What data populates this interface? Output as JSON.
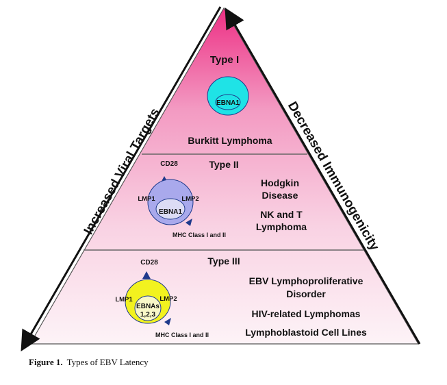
{
  "left_arrow_label": "Increased Viral Targets",
  "right_arrow_label": "Decreased Immunogenicity",
  "tiers": [
    {
      "title": "Type I",
      "cell_inner": [
        "EBNA1"
      ],
      "diseases": [
        "Burkitt Lymphoma"
      ]
    },
    {
      "title": "Type II",
      "receptor_top": "CD28",
      "left_marker": "LMP1",
      "right_marker": "LMP2",
      "cell_inner": [
        "EBNA1"
      ],
      "mhc_label": "MHC Class I and II",
      "diseases": [
        "Hodgkin",
        "Disease",
        "NK and T",
        "Lymphoma"
      ]
    },
    {
      "title": "Type III",
      "receptor_top": "CD28",
      "left_marker": "LMP1",
      "right_marker": "LMP2",
      "cell_inner": [
        "EBNAs",
        "1,2,3"
      ],
      "mhc_label": "MHC Class I and II",
      "diseases": [
        "EBV Lymphoproliferative",
        "Disorder",
        "HIV-related Lymphomas",
        "Lymphoblastoid Cell Lines"
      ]
    }
  ],
  "caption": {
    "number": "Figure 1.",
    "text": "Types of EBV Latency"
  },
  "colors": {
    "tier1_top": "#ee3f8c",
    "tier1_bottom": "#f6a6c8",
    "tier3_bottom": "#ffffff",
    "cell1": "#1fe3e6",
    "cell2": "#a9a9ec",
    "cell3": "#f2f21f",
    "marker": "#1f3a8c"
  }
}
